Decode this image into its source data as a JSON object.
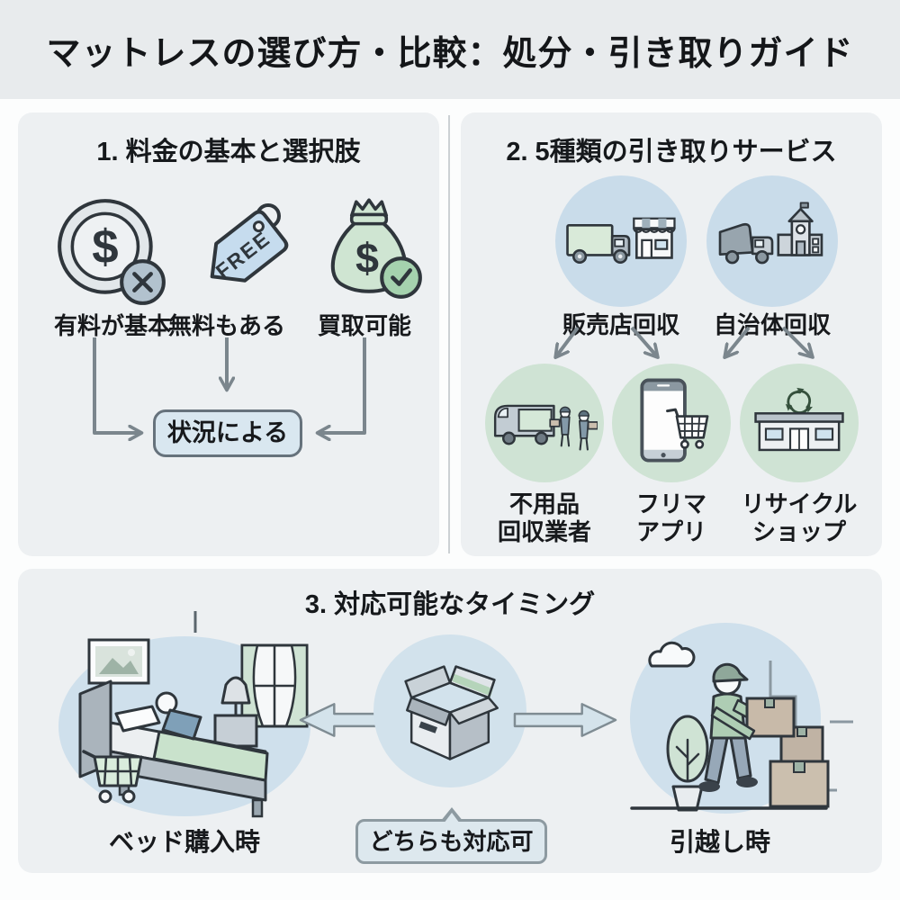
{
  "page": {
    "title": "マットレスの選び方・比較：処分・引き取りガイド"
  },
  "panel1": {
    "heading": "1. 料金の基本と選択肢",
    "items": [
      {
        "icon": "coin-x-icon",
        "symbol": "$",
        "label": "有料が基本"
      },
      {
        "icon": "free-tag-icon",
        "tag_text": "FREE",
        "label": "無料もある"
      },
      {
        "icon": "money-bag-check-icon",
        "symbol": "$",
        "label": "買取可能"
      }
    ],
    "result_box": "状況による"
  },
  "panel2": {
    "heading": "2. 5種類の引き取りサービス",
    "top_items": [
      {
        "icon": "store-truck-icon",
        "label": "販売店回収"
      },
      {
        "icon": "garbage-truck-city-icon",
        "label": "自治体回収"
      }
    ],
    "bottom_items": [
      {
        "icon": "junk-removal-van-icon",
        "label": "不用品\n回収業者"
      },
      {
        "icon": "flea-app-cart-icon",
        "label": "フリマ\nアプリ"
      },
      {
        "icon": "recycle-shop-icon",
        "label": "リサイクル\nショップ"
      }
    ]
  },
  "panel3": {
    "heading": "3. 対応可能なタイミング",
    "left_label": "ベッド購入時",
    "center_label": "どちらも対応可",
    "right_label": "引越し時"
  },
  "colors": {
    "band": "#e8ebed",
    "panel": "#edf0f2",
    "blue_circle": "#c9dcea",
    "green_circle": "#cfe3d4",
    "scene_blue": "#cfe0ec",
    "arrow_gray": "#7b868d",
    "result_box_fill": "#d9e7f0",
    "result_box_border": "#66727c",
    "bubble_fill": "#dde8ee",
    "bubble_border": "#8d9aa1",
    "outline": "#2f363c"
  }
}
